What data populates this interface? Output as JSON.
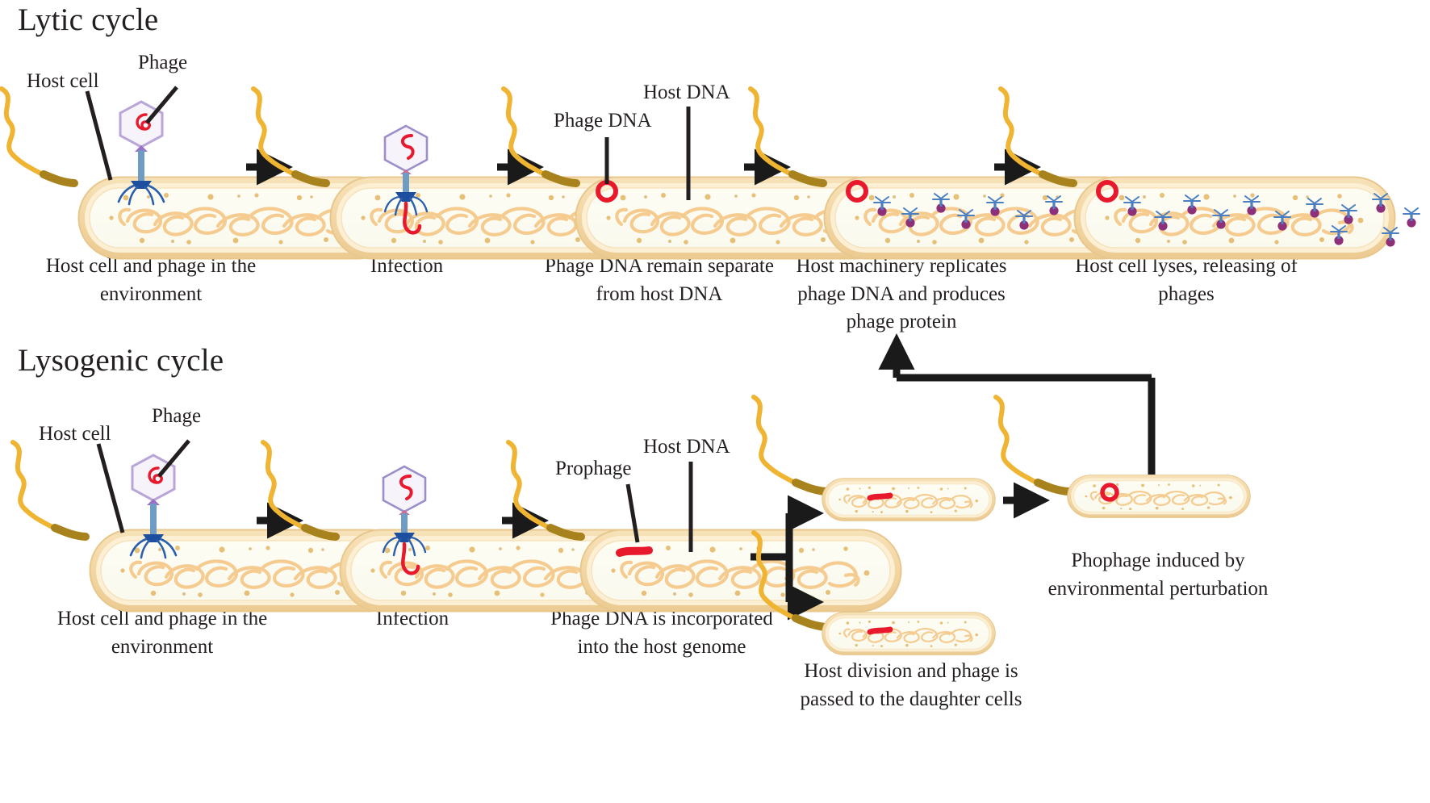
{
  "figure": {
    "kind": "bacteriophage-life-cycle-diagram",
    "background": "#ffffff"
  },
  "sections": [
    {
      "id": "lytic",
      "title": "Lytic cycle"
    },
    {
      "id": "lysogenic",
      "title": "Lysogenic cycle"
    }
  ],
  "lytic": {
    "title": "Lytic cycle",
    "annotations": [
      {
        "name": "host-cell",
        "text": "Host cell"
      },
      {
        "name": "phage",
        "text": "Phage"
      },
      {
        "name": "phage-dna",
        "text": "Phage DNA"
      },
      {
        "name": "host-dna",
        "text": "Host DNA"
      }
    ],
    "steps": [
      {
        "index": 1,
        "caption": "Host cell and phage in the environment"
      },
      {
        "index": 2,
        "caption": "Infection"
      },
      {
        "index": 3,
        "caption": "Phage DNA remain separate from host DNA"
      },
      {
        "index": 4,
        "caption": "Host machinery replicates phage DNA and produces phage protein"
      },
      {
        "index": 5,
        "caption": "Host cell lyses, releasing of phages"
      }
    ]
  },
  "lysogenic": {
    "title": "Lysogenic cycle",
    "annotations": [
      {
        "name": "host-cell",
        "text": "Host cell"
      },
      {
        "name": "phage",
        "text": "Phage"
      },
      {
        "name": "prophage",
        "text": "Prophage"
      },
      {
        "name": "host-dna",
        "text": "Host DNA"
      }
    ],
    "steps": [
      {
        "index": 1,
        "caption": "Host cell and phage in the environment"
      },
      {
        "index": 2,
        "caption": "Infection"
      },
      {
        "index": 3,
        "caption": "Phage DNA is incorporated into the host genome"
      },
      {
        "index": 4,
        "caption": "Host division and phage is passed to the daughter cells"
      },
      {
        "index": 5,
        "caption": "Phophage induced by environmental perturbation"
      }
    ]
  },
  "colors": {
    "text": "#231f20",
    "arrow": "#1a1a1a",
    "cell_wall_outer": "#f2d9a8",
    "cell_wall_inner": "#fbe9c8",
    "cytoplasm": "#fdfdf6",
    "genome_strand": "#f5c98a",
    "flagellum": "#f0b433",
    "flagellum_base": "#a8821c",
    "phage_dna_red": "#e8192c",
    "phage_head_fill": "#f6f2fa",
    "phage_head_stroke": "#b9a6d8",
    "phage_tail": "#6f9cc4",
    "phage_legs": "#1d4f9e",
    "phage_particle_head": "#8e2f7a",
    "ribosome_dot": "#e0a94a"
  },
  "icon_names": [
    "bacterium-icon",
    "flagellum-icon",
    "bacteriophage-icon",
    "phage-dna-loop-icon",
    "prophage-segment-icon",
    "arrow-right-icon",
    "branch-arrow-icon",
    "feedback-loop-arrow-icon",
    "leader-line-icon"
  ]
}
